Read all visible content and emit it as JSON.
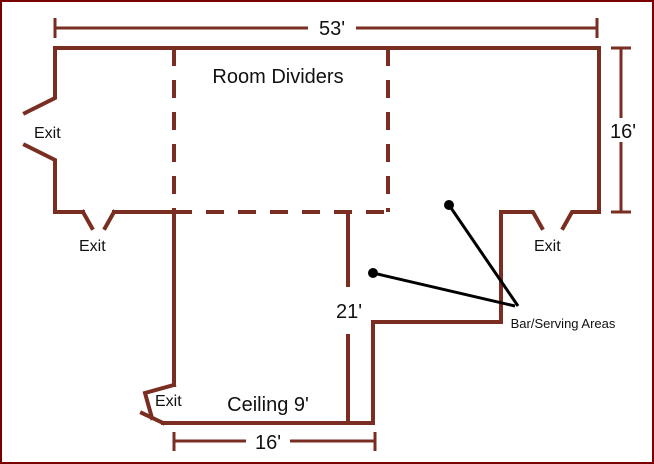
{
  "labels": {
    "width_top": "53'",
    "height_right": "16'",
    "corridor_depth": "21'",
    "width_bottom": "16'",
    "room_dividers": "Room Dividers",
    "ceiling": "Ceiling 9'",
    "bar_serving": "Bar/Serving Areas",
    "exit_left": "Exit",
    "exit_bottom_left": "Exit",
    "exit_right": "Exit",
    "exit_lower": "Exit"
  },
  "colors": {
    "wall": "#7a2e22",
    "frame": "#7a0000",
    "pointer": "#000000"
  }
}
